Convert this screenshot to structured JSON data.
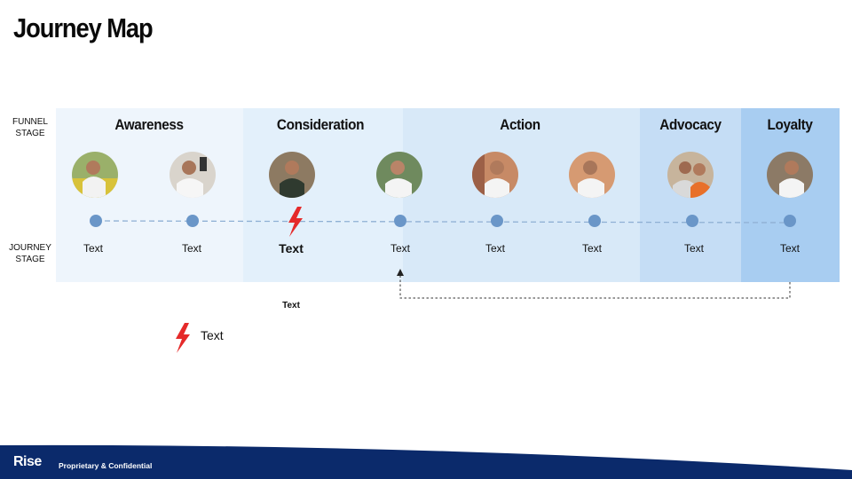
{
  "title": "Journey Map",
  "labels": {
    "funnel": [
      "FUNNEL",
      "STAGE"
    ],
    "journey": [
      "JOURNEY",
      "STAGE"
    ]
  },
  "stages": [
    {
      "name": "Awareness"
    },
    {
      "name": "Consideration"
    },
    {
      "name": "Action"
    },
    {
      "name": "Advocacy"
    },
    {
      "name": "Loyalty"
    }
  ],
  "steps": [
    {
      "label": "Text"
    },
    {
      "label": "Text"
    },
    {
      "label": "Text"
    },
    {
      "label": "Text"
    },
    {
      "label": "Text"
    },
    {
      "label": "Text"
    },
    {
      "label": "Text"
    },
    {
      "label": "Text"
    }
  ],
  "below_note": "Text",
  "legend_text": "Text",
  "footer": {
    "brand": "Rise",
    "confidential": "Proprietary & Confidential"
  },
  "colors": {
    "band_awareness": "#eef5fc",
    "band_consideration": "#e3f0fb",
    "band_action": "#d8e9f8",
    "band_advocacy": "#c5ddf5",
    "band_loyalty": "#a8cdf1",
    "dot": "#6a96c8",
    "bolt": "#e52a2a",
    "footer": "#0b2a6b"
  }
}
